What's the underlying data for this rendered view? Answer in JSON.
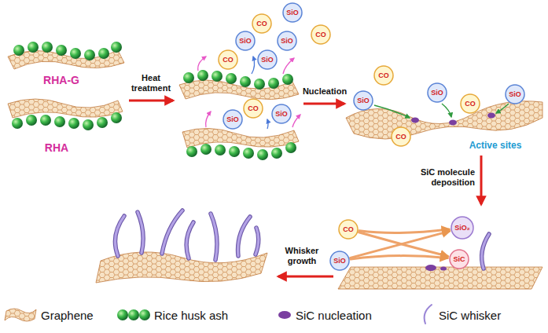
{
  "diagram": {
    "nodes": [
      {
        "text": [
          "SiO"
        ]
      },
      {
        "text": [
          "CO"
        ]
      },
      {
        "text": [
          "SiO"
        ]
      },
      {
        "text": [
          "SiO"
        ]
      },
      {
        "text": [
          "CO"
        ]
      },
      {
        "text": [
          "CO"
        ]
      },
      {
        "text": [
          "SiO"
        ]
      },
      {
        "text": [
          "CO"
        ]
      },
      {
        "text": [
          "SiO"
        ]
      },
      {
        "text": [
          "SiO"
        ]
      },
      {
        "text": [
          "CO"
        ]
      },
      {
        "text": [
          "SiO"
        ]
      },
      {
        "text": [
          "SiO"
        ]
      },
      {
        "text": [
          "CO"
        ]
      },
      {
        "text": [
          "SiO"
        ]
      },
      {
        "text": [
          "CO"
        ]
      },
      {
        "text": [
          "CO"
        ]
      },
      {
        "text": [
          "SiO"
        ]
      },
      {
        "text": [
          "SiO₂"
        ]
      },
      {
        "text": [
          "SiC"
        ]
      }
    ],
    "edges": [
      {
        "from": 16,
        "to": 18,
        "arrow": "to"
      },
      {
        "from": 16,
        "to": 19,
        "arrow": "to"
      },
      {
        "from": 17,
        "to": 18,
        "arrow": "to"
      },
      {
        "from": 17,
        "to": 19,
        "arrow": "to"
      }
    ],
    "labels": [
      "RHA-G",
      "RHA",
      "Heat treatment",
      "Nucleation",
      "Active sites",
      "SiC molecule deposition",
      "Whisker growth"
    ],
    "legend": [
      {
        "text": "Graphene"
      },
      {
        "text": "Rice husk ash"
      },
      {
        "text": "SiC nucleation"
      },
      {
        "text": "SiC whisker"
      }
    ]
  }
}
